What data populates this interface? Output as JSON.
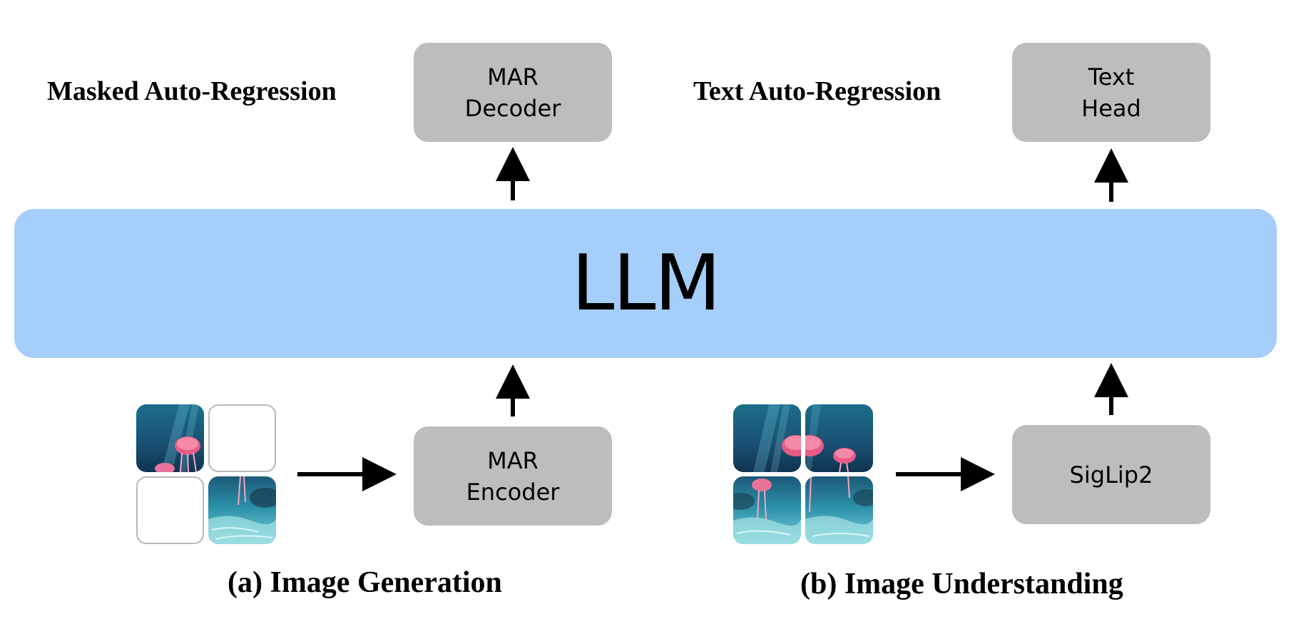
{
  "labels": {
    "masked_ar": "Masked Auto-Regression",
    "text_ar": "Text Auto-Regression",
    "caption_a": "(a) Image Generation",
    "caption_b": "(b) Image Understanding"
  },
  "llm_label": "LLM",
  "boxes": {
    "mar_decoder": [
      "MAR",
      "Decoder"
    ],
    "text_head": [
      "Text",
      "Head"
    ],
    "mar_encoder": [
      "MAR",
      "Encoder"
    ],
    "siglip2": "SigLip2"
  },
  "colors": {
    "llm_fill": "#a6cefb",
    "box_fill": "#bdbdbd",
    "arrow": "#000000"
  },
  "images": {
    "generation_tiles": [
      "jellyfish-top-left",
      "empty",
      "empty",
      "seabed-bottom-right"
    ],
    "understanding_tiles": [
      "jellyfish-top-left",
      "jellyfish-top-right",
      "seabed-bottom-left",
      "seabed-bottom-right"
    ]
  }
}
